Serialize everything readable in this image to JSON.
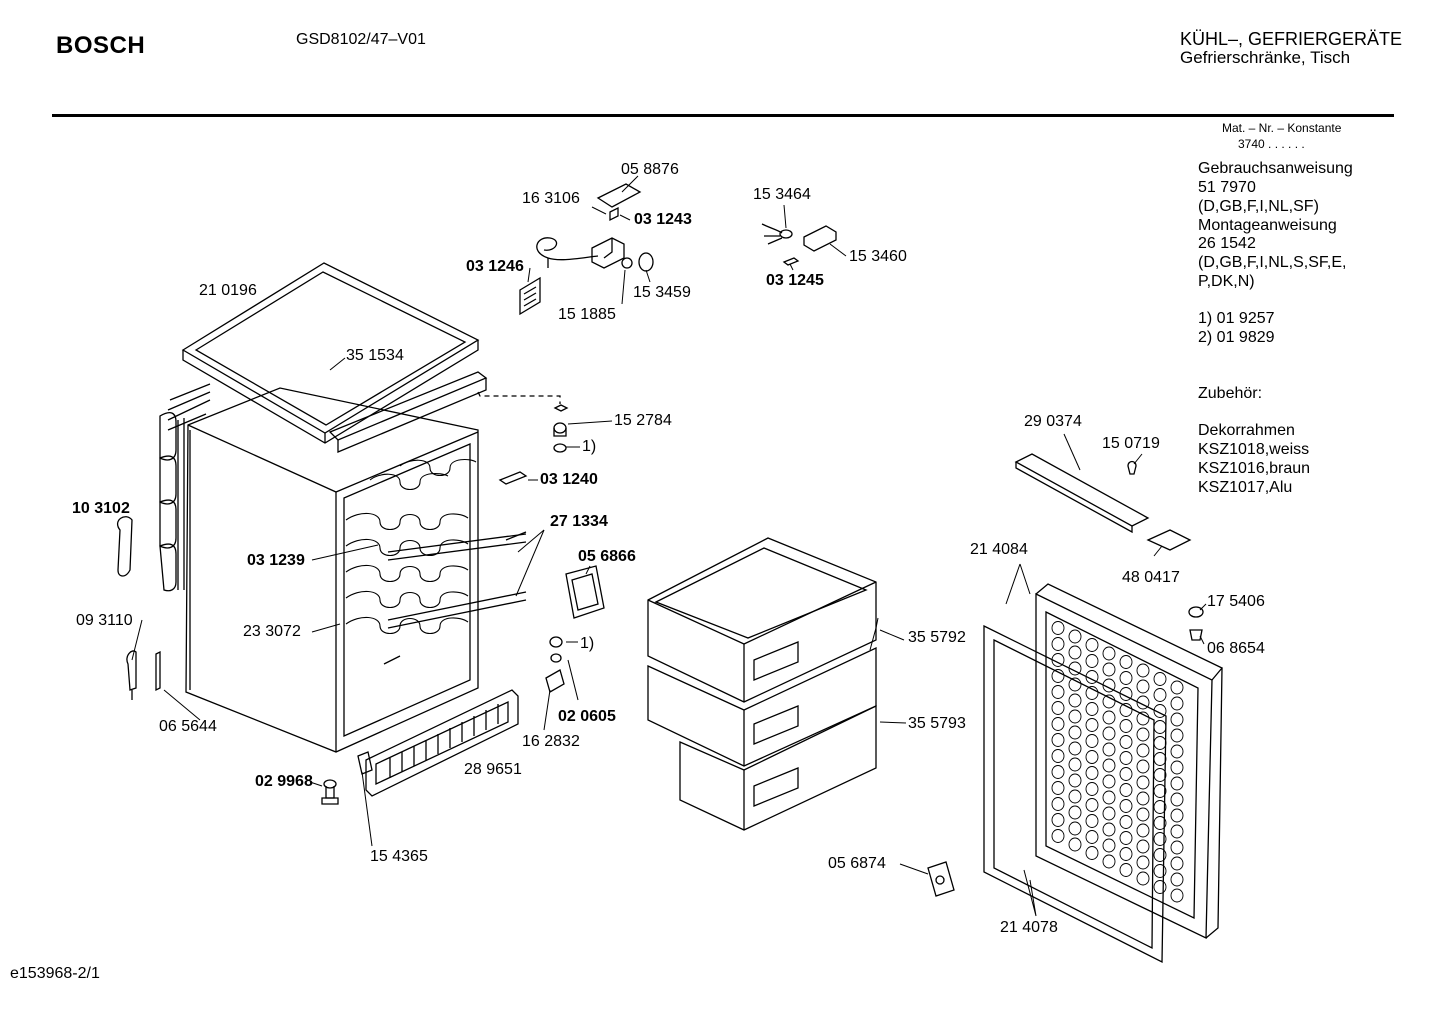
{
  "header": {
    "brand": "BOSCH",
    "model": "GSD8102/47–V01",
    "category_line1": "KÜHL–, GEFRIERGERÄTE",
    "category_line2": "Gefrierschränke, Tisch"
  },
  "sidebar": {
    "mat_heading": "Mat. – Nr. – Konstante",
    "mat_value": "3740 . .   . . . .",
    "lines": [
      "Gebrauchsanweisung",
      "51 7970",
      "(D,GB,F,I,NL,SF)",
      "Montageanweisung",
      "26 1542",
      "(D,GB,F,I,NL,S,SF,E,",
      "P,DK,N)",
      "",
      "1)  01 9257",
      "2)  01 9829",
      "",
      "",
      "Zubehör:",
      "",
      "Dekorrahmen",
      "KSZ1018,weiss",
      "KSZ1016,braun",
      "KSZ1017,Alu"
    ]
  },
  "part_labels": {
    "p058876": "05 8876",
    "p163106": "16 3106",
    "p031243": "03 1243",
    "p031246": "03 1246",
    "p151885": "15 1885",
    "p153459": "15 3459",
    "p153464": "15 3464",
    "p153460": "15 3460",
    "p031245": "03 1245",
    "p210196": "21 0196",
    "p351534": "35 1534",
    "p152784": "15 2784",
    "p1a": "1)",
    "p031240": "03 1240",
    "p271334": "27 1334",
    "p103102": "10 3102",
    "p031239": "03 1239",
    "p056866": "05 6866",
    "p233072": "23 3072",
    "p093110": "09 3110",
    "p1b": "1)",
    "p065644": "06 5644",
    "p020605": "02 0605",
    "p162832": "16 2832",
    "p289651": "28 9651",
    "p029968": "02 9968",
    "p154365": "15 4365",
    "p355792": "35 5792",
    "p355793": "35 5793",
    "p056874": "05 6874",
    "p290374": "29 0374",
    "p150719": "15 0719",
    "p480417": "48 0417",
    "p214084": "21 4084",
    "p175406": "17 5406",
    "p068654": "06 8654",
    "p214078": "21 4078"
  },
  "footer": {
    "doc_id": "e153968-2/1"
  }
}
